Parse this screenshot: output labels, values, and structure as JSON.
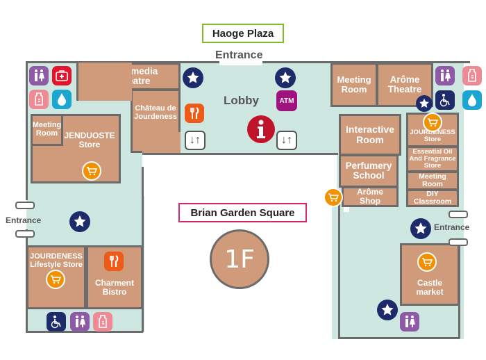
{
  "map": {
    "floor_label": "1F",
    "areas": {
      "top_sign": "Haoge Plaza",
      "center_sign": "Brian Garden Square",
      "lobby": "Lobby"
    },
    "entrances": {
      "top": "Entrance",
      "left": "Entrance",
      "right": "Entrance"
    },
    "rooms": {
      "multimedia_theatre": [
        "Multimedia",
        "Theatre"
      ],
      "chateau": [
        "Château de",
        "Jourdeness"
      ],
      "meeting_room_left": [
        "Meeting",
        "Room"
      ],
      "jenduoste": [
        "JENDUOSTE",
        "Store"
      ],
      "jourdeness_lifestyle": [
        "JOURDENESS",
        "Lifestyle Store"
      ],
      "charment_bistro": [
        "Charment",
        "Bistro"
      ],
      "meeting_room_top_right": [
        "Meeting",
        "Room"
      ],
      "arome_theatre": [
        "Arôme",
        "Theatre"
      ],
      "interactive_room": [
        "Interactive",
        "Room"
      ],
      "perfumery_school": [
        "Perfumery",
        "School"
      ],
      "arome_shop": [
        "Arôme",
        "Shop"
      ],
      "jourdeness_store": [
        "JOURDENESS",
        "Store"
      ],
      "essential_oil": [
        "Essential Oil",
        "And Fragrance",
        "Store"
      ],
      "meeting_room_right": [
        "Meeting",
        "Room"
      ],
      "diy_classroom": [
        "DIY",
        "Classroom"
      ],
      "castle_market": [
        "Castle",
        "market"
      ]
    },
    "icons": {
      "atm_label": "ATM"
    },
    "colors": {
      "room": "#cf9b7a",
      "floor": "#cfe7e1",
      "wall": "#6b6b6b",
      "restroom": "#8e5aa7",
      "first_aid": "#e3142c",
      "nursing": "#ee8a93",
      "water": "#1aa6d1",
      "accessible": "#1d2b6b",
      "star": "#1d2b6b",
      "cart": "#f29100",
      "dining": "#ee5a17",
      "atm": "#a0137f",
      "info": "#c0142a",
      "top_sign_border": "#7dbb2a",
      "center_sign_border": "#d6286a"
    }
  }
}
